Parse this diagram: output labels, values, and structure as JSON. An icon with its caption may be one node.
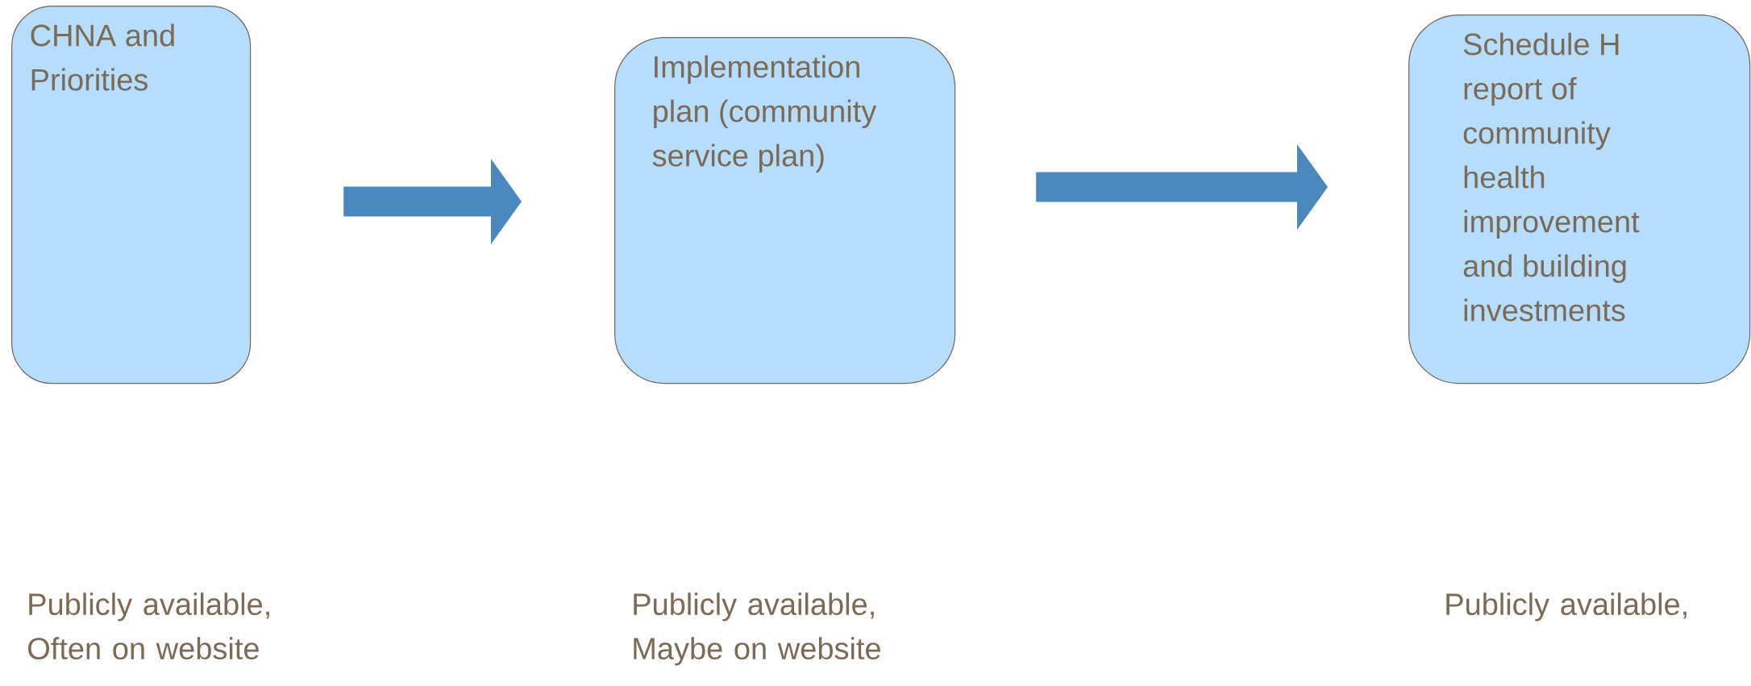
{
  "diagram": {
    "nodes": [
      {
        "text": [
          "CHNA and Priorities"
        ]
      },
      {
        "text": [
          "Implementation plan (community service plan)"
        ]
      },
      {
        "text": [
          "Schedule H report of community health improvement and building investments"
        ]
      }
    ],
    "edges": [
      {
        "from": 0,
        "to": 1,
        "arrow": "to"
      },
      {
        "from": 1,
        "to": 2,
        "arrow": "to"
      }
    ],
    "labels": [
      "Publicly available, Often on website",
      "Publicly available, Maybe on website",
      "Publicly available,"
    ]
  }
}
